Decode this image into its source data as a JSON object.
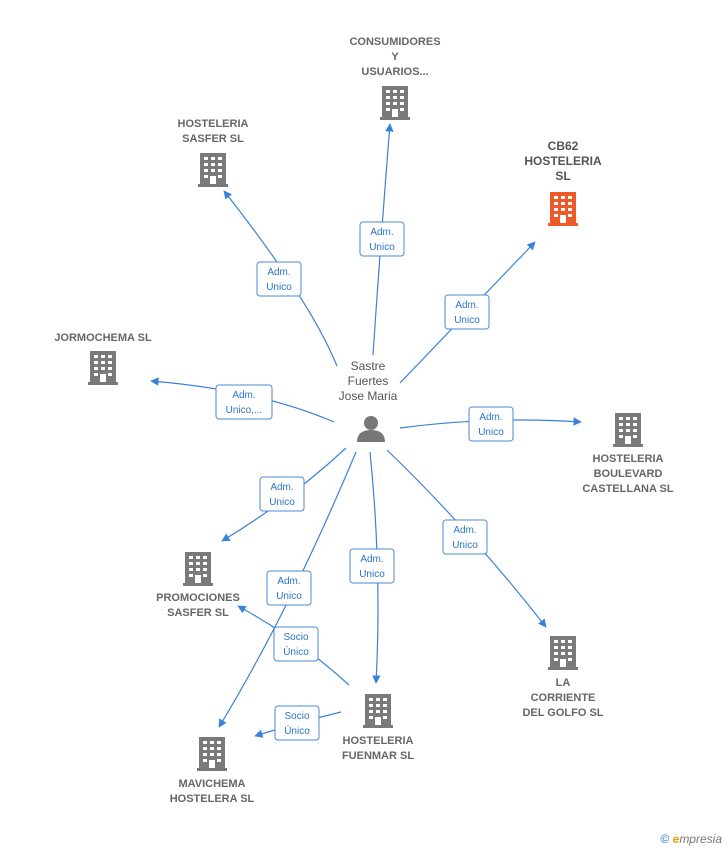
{
  "colors": {
    "edge": "#3a82d8",
    "company": "#7a7a7a",
    "highlight": "#f05a2a",
    "person": "#777777"
  },
  "center": {
    "lines": [
      "Sastre",
      "Fuertes",
      "Jose Maria"
    ],
    "icon": "person-icon"
  },
  "nodes": [
    {
      "id": "consumidores",
      "lines": [
        "CONSUMIDORES",
        "Y",
        "USUARIOS..."
      ],
      "icon": "building-icon",
      "highlight": false
    },
    {
      "id": "cb62",
      "lines": [
        "CB62",
        "HOSTELERIA",
        "SL"
      ],
      "icon": "building-icon",
      "highlight": true
    },
    {
      "id": "sasfer",
      "lines": [
        "HOSTELERIA",
        "SASFER SL"
      ],
      "icon": "building-icon",
      "highlight": false
    },
    {
      "id": "jormochema",
      "lines": [
        "JORMOCHEMA SL"
      ],
      "icon": "building-icon",
      "highlight": false
    },
    {
      "id": "boulevard",
      "lines": [
        "HOSTELERIA",
        "BOULEVARD",
        "CASTELLANA SL"
      ],
      "icon": "building-icon",
      "highlight": false
    },
    {
      "id": "promociones",
      "lines": [
        "PROMOCIONES",
        "SASFER SL"
      ],
      "icon": "building-icon",
      "highlight": false
    },
    {
      "id": "corriente",
      "lines": [
        "LA",
        "CORRIENTE",
        "DEL GOLFO  SL"
      ],
      "icon": "building-icon",
      "highlight": false
    },
    {
      "id": "fuenmar",
      "lines": [
        "HOSTELERIA",
        "FUENMAR SL"
      ],
      "icon": "building-icon",
      "highlight": false
    },
    {
      "id": "mavichema",
      "lines": [
        "MAVICHEMA",
        "HOSTELERA SL"
      ],
      "icon": "building-icon",
      "highlight": false
    }
  ],
  "edges": [
    {
      "from": "center",
      "to": "consumidores",
      "label": [
        "Adm.",
        "Unico"
      ]
    },
    {
      "from": "center",
      "to": "cb62",
      "label": [
        "Adm.",
        "Unico"
      ]
    },
    {
      "from": "center",
      "to": "sasfer",
      "label": [
        "Adm.",
        "Unico"
      ]
    },
    {
      "from": "center",
      "to": "jormochema",
      "label": [
        "Adm.",
        "Unico,..."
      ]
    },
    {
      "from": "center",
      "to": "boulevard",
      "label": [
        "Adm.",
        "Unico"
      ]
    },
    {
      "from": "center",
      "to": "promociones",
      "label": [
        "Adm.",
        "Unico"
      ]
    },
    {
      "from": "center",
      "to": "corriente",
      "label": [
        "Adm.",
        "Unico"
      ]
    },
    {
      "from": "center",
      "to": "fuenmar",
      "label": [
        "Adm.",
        "Unico"
      ]
    },
    {
      "from": "center",
      "to": "mavichema",
      "label": [
        "Adm.",
        "Unico"
      ]
    },
    {
      "from": "fuenmar",
      "to": "promociones",
      "label": [
        "Socio",
        "Único"
      ]
    },
    {
      "from": "fuenmar",
      "to": "mavichema",
      "label": [
        "Socio",
        "Único"
      ]
    }
  ],
  "copyright": {
    "symbol": "©",
    "brand_initial": "e",
    "brand_rest": "mpresia"
  }
}
